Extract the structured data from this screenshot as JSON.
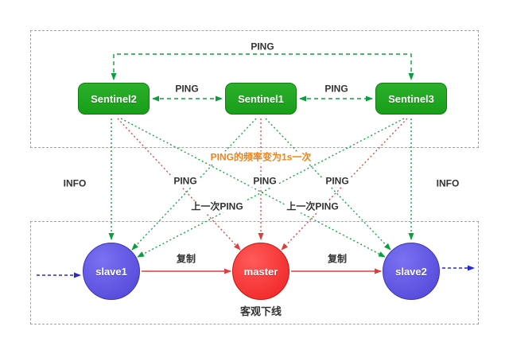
{
  "diagram": {
    "sentinels": [
      {
        "label": "Sentinel2"
      },
      {
        "label": "Sentinel1"
      },
      {
        "label": "Sentinel3"
      }
    ],
    "nodes": {
      "slave1": "slave1",
      "master": "master",
      "slave2": "slave2"
    },
    "labels": {
      "ping_top": "PING",
      "ping_s2_s1": "PING",
      "ping_s1_s3": "PING",
      "info_left": "INFO",
      "info_right": "INFO",
      "ping_frequency_note": "PING的频率变为1s一次",
      "ping_mid_left": "PING",
      "ping_mid_center": "PING",
      "ping_mid_right": "PING",
      "last_ping_left": "上一次PING",
      "last_ping_right": "上一次PING",
      "replicate_left": "复制",
      "replicate_right": "复制",
      "objective_offline": "客观下线"
    },
    "colors": {
      "sentinel_green": "#1ea61e",
      "slave_blue": "#5b51e8",
      "master_red": "#fb2e2e",
      "line_green": "#0a9f3e",
      "line_red": "#e03c3c",
      "line_blue": "#2929cf",
      "note_orange": "#ef8318",
      "box_border_gray": "#a3a3a3"
    }
  }
}
